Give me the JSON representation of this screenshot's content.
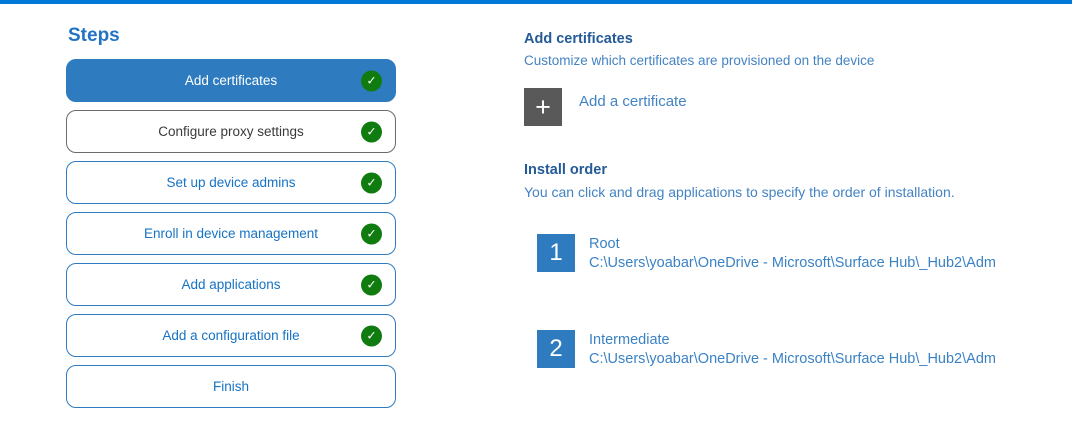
{
  "colors": {
    "accent_bar": "#0078D7",
    "selected_blue": "#2E7CBF",
    "green_check": "#107C10",
    "heading_blue": "#235A97",
    "body_blue": "#4383C4",
    "gray_square": "#595959"
  },
  "steps_panel": {
    "title": "Steps",
    "items": [
      {
        "label": "Add certificates",
        "state": "selected",
        "checked": true
      },
      {
        "label": "Configure proxy settings",
        "state": "neutral",
        "checked": true
      },
      {
        "label": "Set up device admins",
        "state": "normal",
        "checked": true
      },
      {
        "label": "Enroll in device management",
        "state": "normal",
        "checked": true
      },
      {
        "label": "Add applications",
        "state": "normal",
        "checked": true
      },
      {
        "label": "Add a configuration file",
        "state": "normal",
        "checked": true
      },
      {
        "label": "Finish",
        "state": "normal",
        "checked": false
      }
    ]
  },
  "content": {
    "title": "Add certificates",
    "subtitle": "Customize which certificates are provisioned on the device",
    "add_certificate": {
      "icon": "plus-icon",
      "plus_glyph": "+",
      "label": "Add a certificate"
    },
    "install_order": {
      "title": "Install order",
      "hint": "You can click and drag applications to specify the order of installation.",
      "items": [
        {
          "index": "1",
          "name": "Root",
          "path": "C:\\Users\\yoabar\\OneDrive - Microsoft\\Surface Hub\\_Hub2\\Adm"
        },
        {
          "index": "2",
          "name": "Intermediate",
          "path": "C:\\Users\\yoabar\\OneDrive - Microsoft\\Surface Hub\\_Hub2\\Adm"
        }
      ]
    },
    "check_glyph": "✓"
  }
}
